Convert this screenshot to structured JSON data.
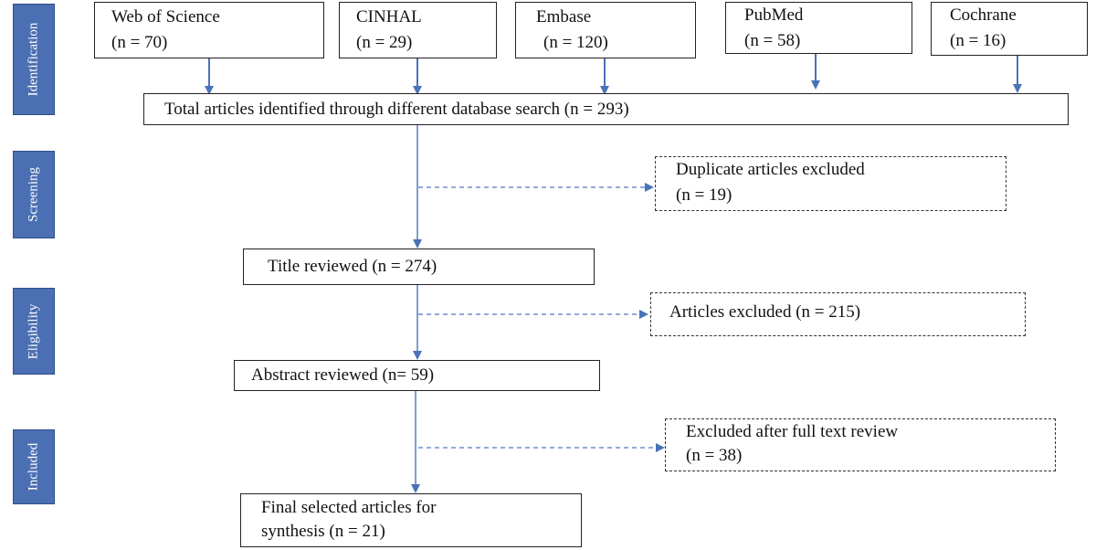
{
  "stages": {
    "identification": "Identification",
    "screening": "Screening",
    "eligibility": "Eligibility",
    "included": "Included"
  },
  "sources": [
    {
      "name": "Web of Science",
      "count": "(n = 70)"
    },
    {
      "name": "CINHAL",
      "count": "(n = 29)"
    },
    {
      "name": "Embase",
      "count": "(n = 120)"
    },
    {
      "name": "PubMed",
      "count": "(n = 58)"
    },
    {
      "name": "Cochrane",
      "count": "(n = 16)"
    }
  ],
  "total": "Total articles identified through different database search (n = 293)",
  "duplicates": {
    "line1": "Duplicate articles excluded",
    "line2": "(n = 19)"
  },
  "title_reviewed": "Title reviewed (n = 274)",
  "articles_excluded": "Articles excluded (n = 215)",
  "abstract_reviewed": "Abstract reviewed (n= 59)",
  "full_text_excluded": {
    "line1": "Excluded after full text review",
    "line2": "(n = 38)"
  },
  "final": {
    "line1": "Final selected articles for",
    "line2": "synthesis (n = 21)"
  },
  "colors": {
    "arrow": "#4a72b8",
    "stage": "#4a6fb3"
  }
}
